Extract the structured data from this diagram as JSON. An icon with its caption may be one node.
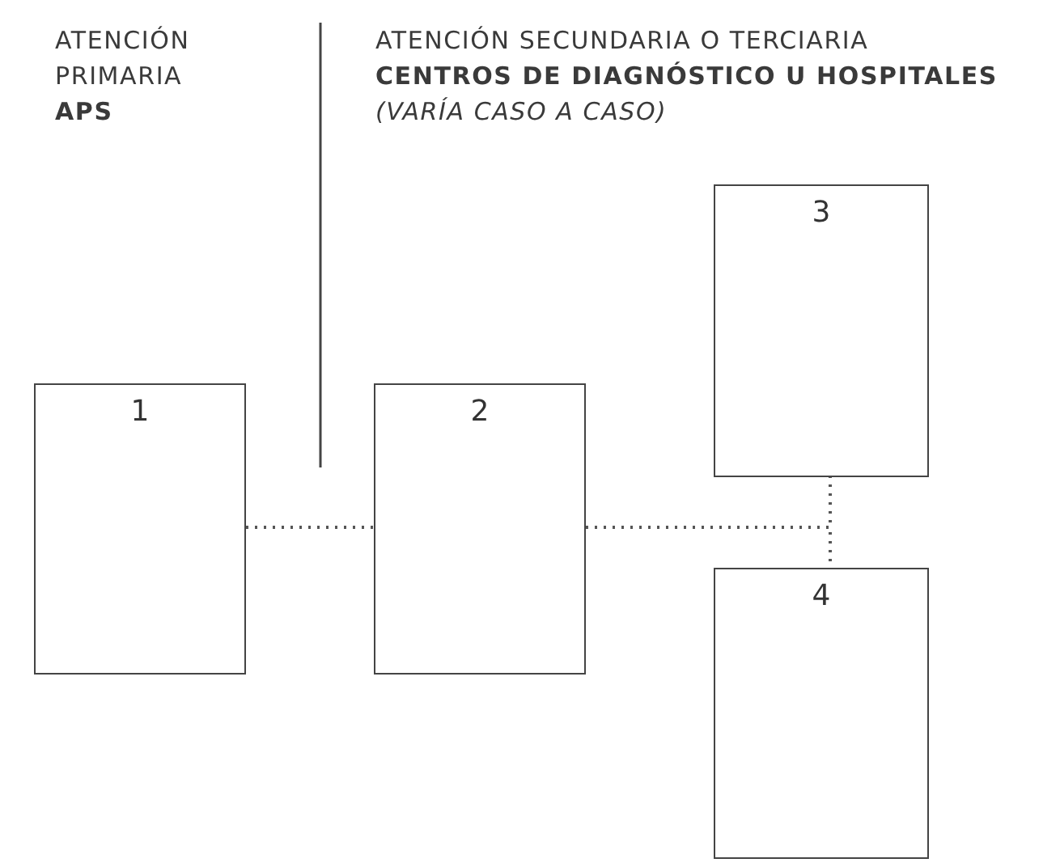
{
  "diagram": {
    "nodes": [
      {
        "text": [
          "1"
        ]
      },
      {
        "text": [
          "2"
        ]
      },
      {
        "text": [
          "3"
        ]
      },
      {
        "text": [
          "4"
        ]
      }
    ],
    "edges": [
      {
        "from": 0,
        "to": 1,
        "arrow": "none",
        "style": "dashed"
      },
      {
        "from": 1,
        "to": 2,
        "arrow": "none",
        "style": "dashed"
      },
      {
        "from": 1,
        "to": 3,
        "arrow": "none",
        "style": "dashed"
      }
    ],
    "labels": [
      "ATENCIÓN PRIMARIA",
      "APS",
      "ATENCIÓN SECUNDARIA O TERCIARIA",
      "CENTROS DE DIAGNÓSTICO U HOSPITALES",
      "(VARÍA CASO A CASO)"
    ]
  }
}
